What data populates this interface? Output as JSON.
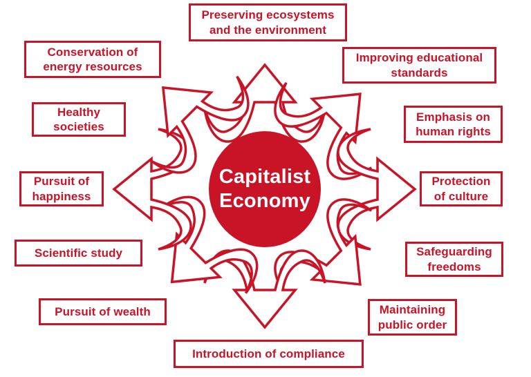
{
  "title": "Capitalist Economy radial diagram",
  "colors": {
    "accent_red": "#C91327",
    "background": "#FFFFFF",
    "text_on_accent": "#FFFFFF"
  },
  "center": {
    "label": "Capitalist\nEconomy"
  },
  "arrows": {
    "style": "outlined curled-tail arrows radiating outward from center",
    "directions": [
      "north",
      "north-east",
      "east",
      "south-east",
      "south",
      "south-west",
      "west",
      "north-west"
    ]
  },
  "boxes": [
    {
      "id": "preserving-ecosystems",
      "label": "Preserving ecosystems\nand the environment"
    },
    {
      "id": "conservation-energy",
      "label": "Conservation of\nenergy resources"
    },
    {
      "id": "improving-education",
      "label": "Improving educational\nstandards"
    },
    {
      "id": "healthy-societies",
      "label": "Healthy\nsocieties"
    },
    {
      "id": "emphasis-human-rights",
      "label": "Emphasis on\nhuman rights"
    },
    {
      "id": "pursuit-happiness",
      "label": "Pursuit of\nhappiness"
    },
    {
      "id": "protection-culture",
      "label": "Protection\nof culture"
    },
    {
      "id": "scientific-study",
      "label": "Scientific study"
    },
    {
      "id": "safeguarding-freedoms",
      "label": "Safeguarding\nfreedoms"
    },
    {
      "id": "pursuit-wealth",
      "label": "Pursuit of wealth"
    },
    {
      "id": "maintaining-public-order",
      "label": "Maintaining\npublic order"
    },
    {
      "id": "introduction-compliance",
      "label": "Introduction of compliance"
    }
  ]
}
